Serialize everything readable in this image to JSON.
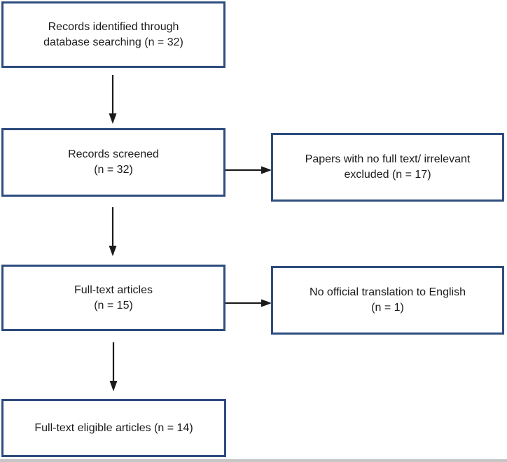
{
  "flowchart": {
    "type": "prisma-flow-diagram",
    "main_boxes": [
      {
        "name": "records-identified",
        "lines": [
          "Records identified through",
          "database searching (n = 32)"
        ],
        "n": 32
      },
      {
        "name": "records-screened",
        "lines": [
          "Records screened",
          "(n = 32)"
        ],
        "n": 32
      },
      {
        "name": "full-text-articles",
        "lines": [
          "Full-text articles",
          "(n = 15)"
        ],
        "n": 15
      },
      {
        "name": "full-text-eligible",
        "lines": [
          "Full-text eligible articles (n = 14)"
        ],
        "n": 14
      }
    ],
    "side_boxes": [
      {
        "name": "excluded-no-full-text",
        "lines": [
          "Papers with no full text/ irrelevant",
          "excluded (n = 17)"
        ],
        "n": 17
      },
      {
        "name": "excluded-no-translation",
        "lines": [
          "No official translation to English",
          "(n = 1)"
        ],
        "n": 1
      }
    ],
    "colors": {
      "box_border": "#2e4c7e",
      "arrow": "#1a1a1a",
      "text": "#1b1b1b",
      "background": "#ffffff",
      "bottom_edge": "#b3b3b3"
    }
  }
}
